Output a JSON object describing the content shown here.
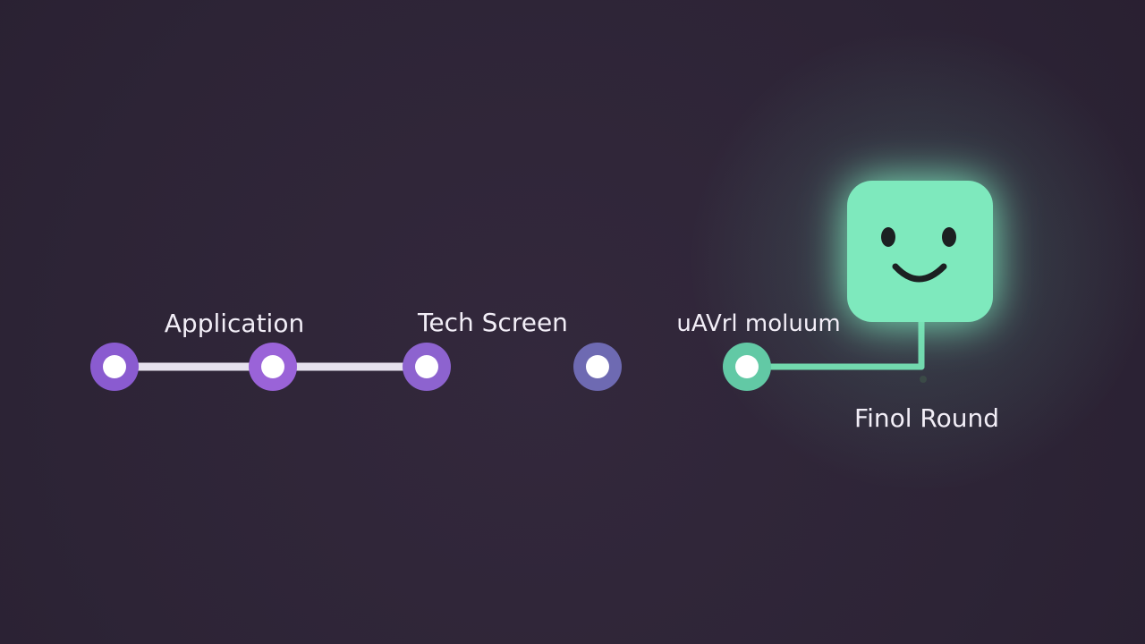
{
  "diagram": {
    "stages": [
      {
        "label": "Application",
        "color": "#8a5bd0"
      },
      {
        "label": "",
        "color": "#9a63d8"
      },
      {
        "label": "Tech Screen",
        "color": "#8d63cf"
      },
      {
        "label": "",
        "color": "#6e6ab2"
      },
      {
        "label": "",
        "color": "#62c9a5"
      }
    ],
    "garbled_label": "uAVrl moluum",
    "final": {
      "label": "Finol Round",
      "tile_color": "#7ee9bd",
      "face_color": "#1c2022",
      "icon": "smiley-face-icon"
    },
    "colors": {
      "background": "#2f2538",
      "line_light": "#e7e2ee",
      "line_purple": "#8b63cf",
      "line_green": "#72d9ae",
      "node_inner": "#ffffff"
    }
  }
}
